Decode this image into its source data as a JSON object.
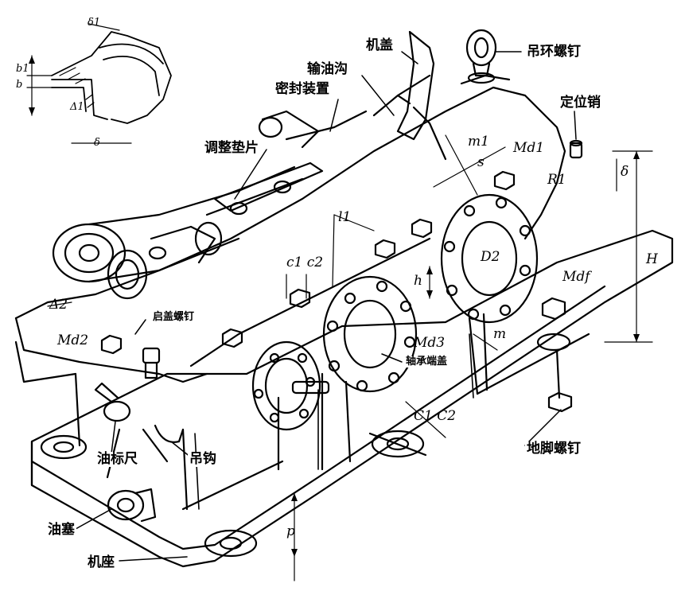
{
  "labels": {
    "jigai": "机盖",
    "diaohuan_luoding": "吊环螺钉",
    "shuyougou": "输油沟",
    "mifeng_zhuangzhi": "密封装置",
    "dingwei_xiao": "定位销",
    "tiaozheng_dianpian": "调整垫片",
    "qigai_luoding": "启盖螺钉",
    "zhoucheng_luogai": "轴承端盖",
    "youbiaochi": "油标尺",
    "diaogou": "吊钩",
    "dijiao_luoding": "地脚螺钉",
    "yousai": "油塞",
    "jizuo": "机座"
  },
  "symbols": {
    "delta1": "δ1",
    "b1": "b1",
    "b": "b",
    "Delta1": "Δ1",
    "delta": "δ",
    "m1": "m1",
    "Md1": "Md1",
    "s": "s",
    "R1": "R1",
    "delta_right": "δ",
    "l1": "l1",
    "D2": "D2",
    "c1c2": "c1 c2",
    "h": "h",
    "Md3": "Md3",
    "Mdf": "Mdf",
    "m": "m",
    "H": "H",
    "Delta2": "Δ2",
    "Md2": "Md2",
    "C1C2": "C1 C2",
    "p": "p"
  },
  "colors": {
    "ink": "#000000",
    "paper": "#ffffff"
  }
}
